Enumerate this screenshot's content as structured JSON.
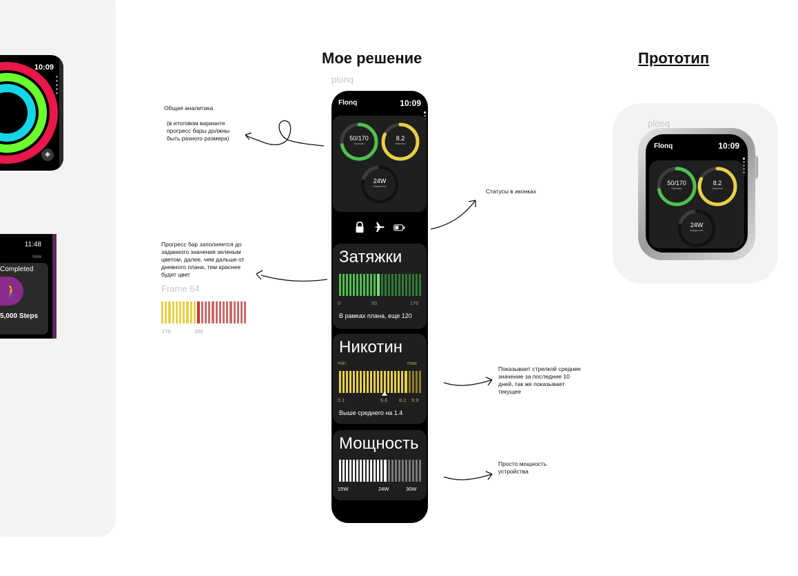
{
  "headings": {
    "solution": "Мое решение",
    "prototype": "Прототип"
  },
  "ghost_labels": {
    "plonq_main": "plonq",
    "plonq_proto": "plonq",
    "frame": "Frame 64"
  },
  "reference": {
    "watch1_time": "10:09",
    "watch2_time": "11:48",
    "watch2_now": "now",
    "watch2_completed": "Completed",
    "watch2_steps": "5,000 Steps"
  },
  "annotations": {
    "analytics_title": "Общая аналитика",
    "analytics_body": "(в итоговом варианте прогресс бары должны быть разного размера)",
    "progress": "Прогресс бар заполняется до заданного значения зеленым цветом, далее, чем дальше от дневного плана, тем краснее будет цвет",
    "status": "Статусы в иконках",
    "arrow": "Показывает стрелкой среднее значение за последние 10 дней, так же показывает текущее",
    "power": "Просто мощность устройства"
  },
  "frame64": {
    "tick_start": "170",
    "tick_end": "200"
  },
  "watch": {
    "brand": "Flonq",
    "time": "10:09",
    "rings": [
      {
        "value": "50/170",
        "label": "Затяжки",
        "fraction": 0.72,
        "color": "#4fbf4f"
      },
      {
        "value": "8.2",
        "label": "Никотин",
        "fraction": 0.82,
        "color": "#e8cf48"
      },
      {
        "value": "24W",
        "label": "Мощность",
        "fraction": 0.78,
        "color": "#3a3a3a"
      }
    ],
    "status_icons": [
      "lock-icon",
      "airplane-icon",
      "battery-icon"
    ],
    "puffs": {
      "title": "Затяжки",
      "ticks": [
        "0",
        "50",
        "170"
      ],
      "caption": "В рамках плана, еще 120"
    },
    "nicotine": {
      "title": "Никотин",
      "min": "min",
      "max": "max",
      "ticks": [
        "0.1",
        "6.6",
        "8.2",
        "9.9"
      ],
      "caption": "Выше среднего на 1.4"
    },
    "power": {
      "title": "Мощность",
      "ticks": [
        "15W",
        "24W",
        "30W"
      ]
    }
  },
  "prototype_watch": {
    "brand": "Flonq",
    "time": "10:09",
    "rings": [
      {
        "value": "50/170",
        "label": "Затяжки"
      },
      {
        "value": "8.2",
        "label": "Никотин"
      },
      {
        "value": "24W",
        "label": "Мощность"
      }
    ]
  },
  "colors": {
    "green": "#4fbf4f",
    "yellow": "#e8cf48",
    "red": "#c0393b",
    "dark": "#1f1f1f"
  }
}
